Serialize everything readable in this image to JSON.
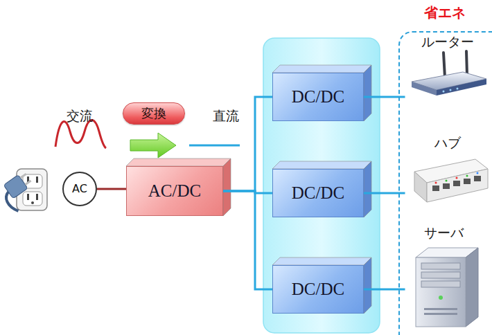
{
  "diagram": {
    "nodes": [
      {
        "text": [
          "AC"
        ]
      },
      {
        "text": [
          "変換"
        ]
      },
      {
        "text": [
          "AC/DC"
        ]
      },
      {
        "text": [
          "DC/DC"
        ]
      },
      {
        "text": [
          "DC/DC"
        ]
      },
      {
        "text": [
          "DC/DC"
        ]
      },
      {
        "text": [
          "省エネ"
        ]
      },
      {
        "text": [
          "ルーター"
        ],
        "in": 6
      },
      {
        "text": [
          "ハブ"
        ],
        "in": 6
      },
      {
        "text": [
          "サーバ"
        ],
        "in": 6
      }
    ],
    "edges": [
      {
        "from": 0,
        "to": 2,
        "arrow": "none"
      },
      {
        "from": 2,
        "to": 3,
        "arrow": "none"
      },
      {
        "from": 2,
        "to": 4,
        "arrow": "none"
      },
      {
        "from": 2,
        "to": 5,
        "arrow": "none"
      },
      {
        "from": 3,
        "to": 7,
        "arrow": "none"
      },
      {
        "from": 4,
        "to": 8,
        "arrow": "none"
      },
      {
        "from": 5,
        "to": 9,
        "arrow": "none"
      }
    ],
    "labels": [
      "交流",
      "直流"
    ]
  }
}
